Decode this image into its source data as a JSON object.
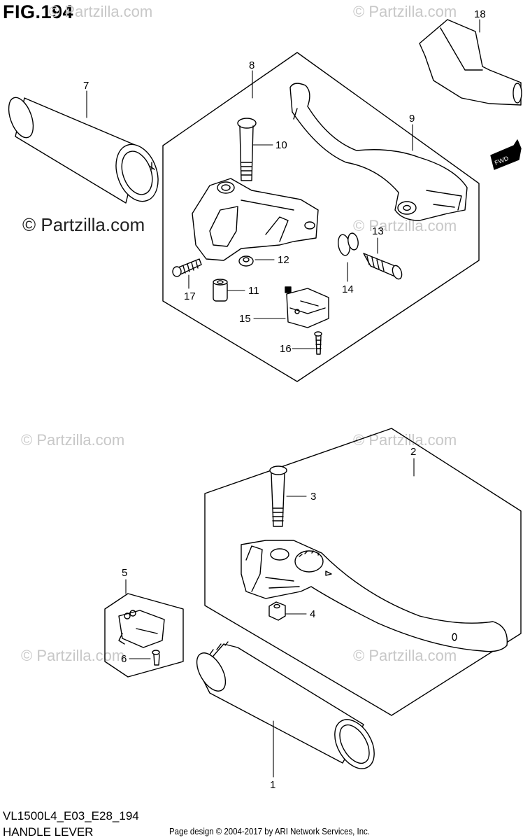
{
  "figure": {
    "title": "FIG.194",
    "model_code": "VL1500L4_E03_E28_194",
    "section_name": "HANDLE LEVER"
  },
  "watermarks": {
    "light": "© Partzilla.com",
    "dark": "© Partzilla.com"
  },
  "footer": {
    "credit": "Page design © 2004-2017 by ARI Network Services, Inc."
  },
  "direction_badge": "FWD",
  "callouts": [
    "1",
    "2",
    "3",
    "4",
    "5",
    "6",
    "7",
    "8",
    "9",
    "10",
    "11",
    "12",
    "13",
    "14",
    "15",
    "16",
    "17",
    "18"
  ]
}
